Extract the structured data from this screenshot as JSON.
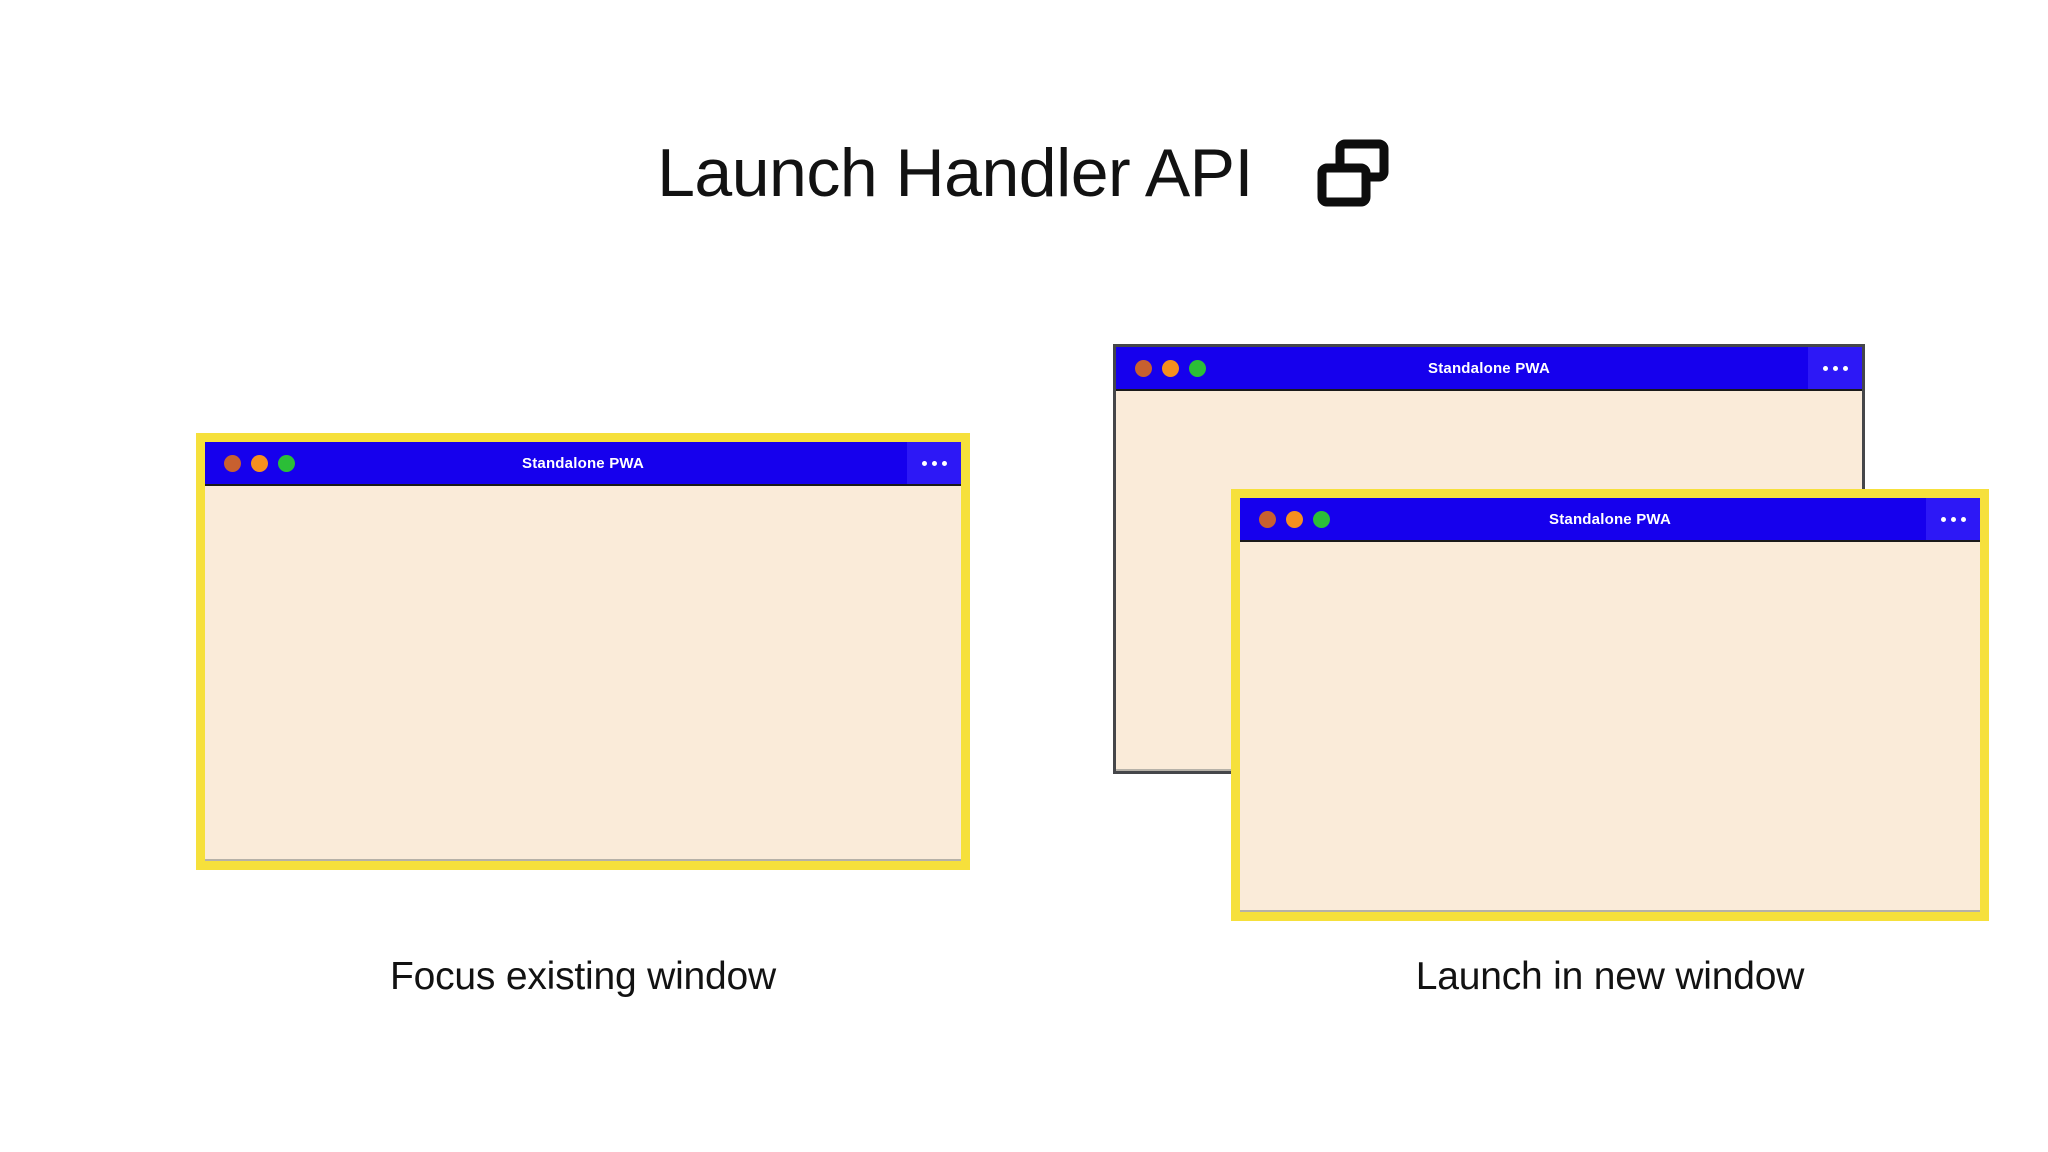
{
  "header": {
    "title": "Launch Handler API",
    "icon": "multi-window-icon"
  },
  "colors": {
    "background": "#ffffff",
    "titlebar_blue": "#1600ED",
    "menu_blue": "#2D18F6",
    "highlight_yellow": "#F6E03B",
    "window_border_gray": "#45464a",
    "content_cream": "#FAEBD9",
    "dot_close": "#C8602F",
    "dot_minimize": "#F68F1E",
    "dot_maximize": "#2BBE37",
    "text_dark": "#121212"
  },
  "windows": {
    "focus_existing": {
      "title": "Standalone PWA",
      "menu_label": "…",
      "highlighted": true
    },
    "background": {
      "title": "Standalone PWA",
      "menu_label": "…",
      "highlighted": false
    },
    "new_window": {
      "title": "Standalone PWA",
      "menu_label": "…",
      "highlighted": true
    }
  },
  "captions": {
    "left": "Focus existing window",
    "right": "Launch in new window"
  }
}
